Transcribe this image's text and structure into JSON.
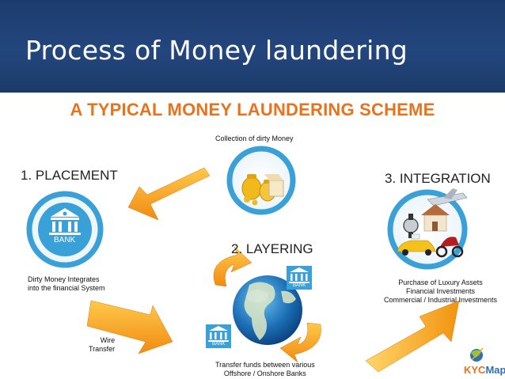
{
  "header": {
    "title": "Process of Money laundering"
  },
  "scheme": {
    "title": "A TYPICAL  MONEY LAUNDERING SCHEME"
  },
  "collection": {
    "caption": "Collection of dirty Money"
  },
  "stages": [
    {
      "title": "1. PLACEMENT",
      "caption_lines": [
        "Dirty Money Integrates",
        "into the financial System"
      ],
      "icon_label": "BANK"
    },
    {
      "title": "2. LAYERING",
      "caption_lines": [
        "Transfer funds between various",
        "Offshore / Onshore Banks"
      ],
      "icon_label": "BANK"
    },
    {
      "title": "3. INTEGRATION",
      "caption_lines": [
        "Purchase of Luxury Assets",
        "Financial Investments",
        "Commercial / Industrial Investments"
      ]
    }
  ],
  "wire_transfer": {
    "lines": [
      "Wire",
      "Transfer"
    ]
  },
  "logo": {
    "prefix": "KYC",
    "suffix": "Map"
  },
  "colors": {
    "header_bg": "#1f4177",
    "accent_orange": "#e8731c",
    "ring_blue": "#3aa0d8",
    "arrow_orange": "#f5a623"
  },
  "icons": [
    "bank-icon",
    "money-bag-icon",
    "globe-icon",
    "luxury-assets-icon",
    "kycmap-logo-icon"
  ]
}
